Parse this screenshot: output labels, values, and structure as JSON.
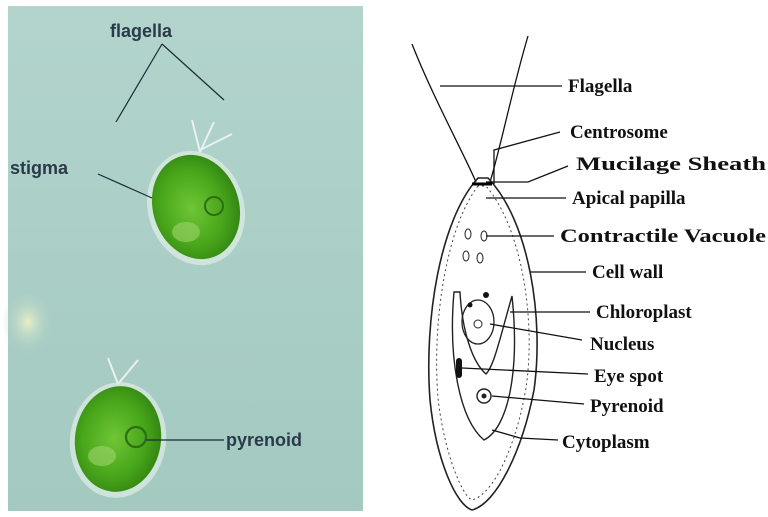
{
  "micrograph": {
    "labels": {
      "flagella": "flagella",
      "stigma": "stigma",
      "pyrenoid": "pyrenoid"
    }
  },
  "diagram": {
    "labels": {
      "flagella": "Flagella",
      "centrosome": "Centrosome",
      "mucilage_sheath": "Mucilage Sheath",
      "apical_papilla": "Apical papilla",
      "contractile_vacuole": "Contractile Vacuole",
      "cell_wall": "Cell wall",
      "chloroplast": "Chloroplast",
      "nucleus": "Nucleus",
      "eye_spot": "Eye spot",
      "pyrenoid": "Pyrenoid",
      "cytoplasm": "Cytoplasm"
    }
  },
  "colors": {
    "micrograph_background": "#a7cdc4",
    "cell_green": "#4fae1f",
    "label_dark": "#2b3a4a"
  }
}
